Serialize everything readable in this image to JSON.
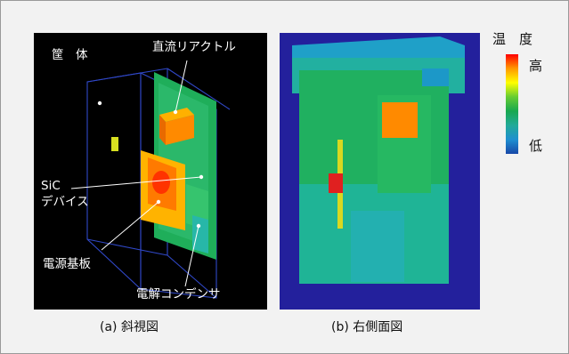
{
  "figure_a": {
    "labels": {
      "enclosure": "筐　体",
      "dc_reactor": "直流リアクトル",
      "sic_line1": "SiC",
      "sic_line2": "デバイス",
      "power_board": "電源基板",
      "electrolytic_capacitor": "電解コンデンサ"
    },
    "caption": "(a) 斜視図"
  },
  "figure_b": {
    "caption": "(b) 右側面図"
  },
  "legend": {
    "title": "温　度",
    "high": "高",
    "low": "低",
    "colors": [
      "#ff0000",
      "#ff9900",
      "#ffff00",
      "#66cc33",
      "#18a850",
      "#22aa99",
      "#1f8fd0",
      "#1848a8"
    ]
  }
}
